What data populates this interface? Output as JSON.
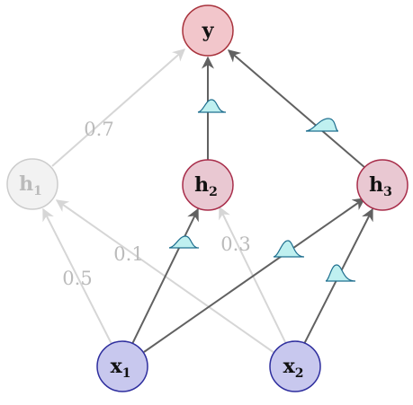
{
  "diagram": {
    "nodes": {
      "y": {
        "label": "y",
        "sub": ""
      },
      "h1": {
        "label": "h",
        "sub": "1"
      },
      "h2": {
        "label": "h",
        "sub": "2"
      },
      "h3": {
        "label": "h",
        "sub": "3"
      },
      "x1": {
        "label": "x",
        "sub": "1"
      },
      "x2": {
        "label": "x",
        "sub": "2"
      }
    },
    "weights": {
      "h1_y": "0.7",
      "x1_h1": "0.5",
      "x2_h1": "0.1",
      "x2_h2": "0.3"
    },
    "colors": {
      "output_fill": "#f2c6cb",
      "output_stroke": "#a8323c",
      "hidden_fill": "#e9c8d2",
      "hidden_stroke": "#a82d4a",
      "input_fill": "#c8c8ee",
      "input_stroke": "#2e2e9e",
      "dim_fill": "#f2f2f2",
      "dim_stroke": "#cccccc",
      "dim_text": "#bbbbbb",
      "active_edge": "#616161",
      "dim_edge": "#d6d6d6",
      "dist_fill": "#bff0f0",
      "dist_stroke": "#1f6f8f"
    }
  }
}
